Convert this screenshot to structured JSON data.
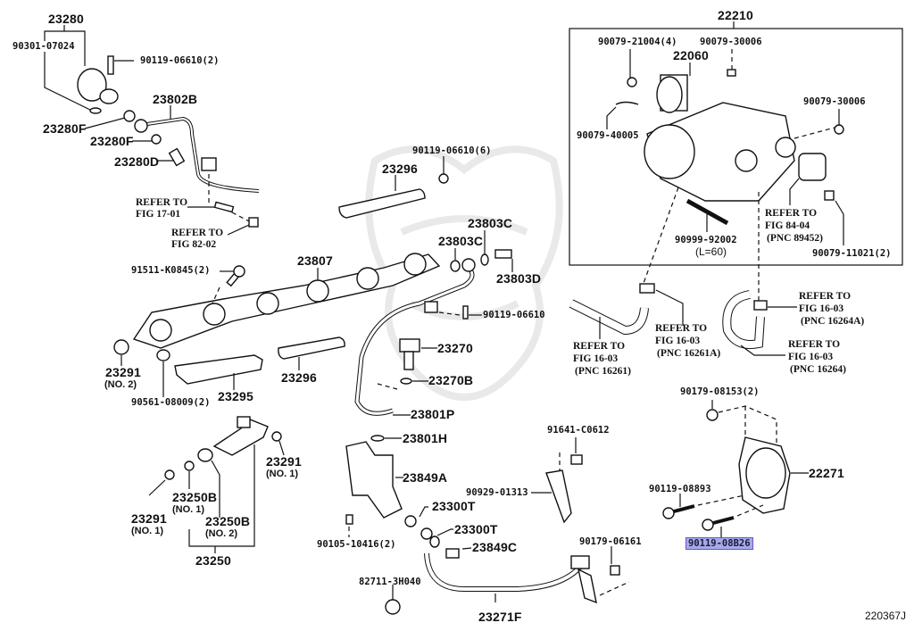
{
  "diagram": {
    "illustration_code": "220367J",
    "highlighted_part": "90119-08B26",
    "highlight_color": "#a9a9e8",
    "box_group_label": "22210",
    "labels": {
      "p23280": "23280",
      "p90301_07024": "90301-07024",
      "p90119_06610_2": "90119-06610(2)",
      "p23802B": "23802B",
      "p23280F_a": "23280F",
      "p23280F_b": "23280F",
      "p23280D": "23280D",
      "ref_17_01_a": "REFER TO",
      "ref_17_01_b": "FIG 17-01",
      "ref_82_02_a": "REFER TO",
      "ref_82_02_b": "FIG 82-02",
      "p90119_06610_6": "90119-06610(6)",
      "p23296_top": "23296",
      "p23803C_a": "23803C",
      "p23803C_b": "23803C",
      "p23803D": "23803D",
      "p91511_K0845": "91511-K0845(2)",
      "p23807": "23807",
      "p90119_06610": "90119-06610",
      "p23291_no2": "23291",
      "p23291_no2_sub": "(NO. 2)",
      "p90561_08009": "90561-08009(2)",
      "p23295": "23295",
      "p23296_bot": "23296",
      "p23270": "23270",
      "p23270B": "23270B",
      "p23801P": "23801P",
      "p23801H": "23801H",
      "p23849A": "23849A",
      "p23291_no1_r": "23291",
      "p23291_no1_r_sub": "(NO. 1)",
      "p23291_no1_l": "23291",
      "p23291_no1_l_sub": "(NO. 1)",
      "p23250B_no1": "23250B",
      "p23250B_no1_sub": "(NO. 1)",
      "p23250B_no2": "23250B",
      "p23250B_no2_sub": "(NO. 2)",
      "p23250": "23250",
      "p23300T_a": "23300T",
      "p23300T_b": "23300T",
      "p23849C": "23849C",
      "p90105_10416": "90105-10416(2)",
      "p82711_3H040": "82711-3H040",
      "p23271F": "23271F",
      "p91641_C0612": "91641-C0612",
      "p90929_01313": "90929-01313",
      "p90179_06161": "90179-06161",
      "p22210": "22210",
      "p90079_21004": "90079-21004(4)",
      "p90079_30006_a": "90079-30006",
      "p22060": "22060",
      "p90079_30006_b": "90079-30006",
      "p90079_40005": "90079-40005",
      "ref_84_04_a": "REFER TO",
      "ref_84_04_b": "FIG 84-04",
      "ref_84_04_c": "(PNC 89452)",
      "p90999_92002": "90999-92002",
      "p90999_92002_sub": "(L=60)",
      "p90079_11021": "90079-11021(2)",
      "ref_16261_a": "REFER TO",
      "ref_16261_b": "FIG 16-03",
      "ref_16261_c": "(PNC 16261)",
      "ref_16261A_a": "REFER TO",
      "ref_16261A_b": "FIG 16-03",
      "ref_16261A_c": "(PNC 16261A)",
      "ref_16264A_a": "REFER TO",
      "ref_16264A_b": "FIG 16-03",
      "ref_16264A_c": "(PNC 16264A)",
      "ref_16264_a": "REFER TO",
      "ref_16264_b": "FIG 16-03",
      "ref_16264_c": "(PNC 16264)",
      "p90179_08153": "90179-08153(2)",
      "p22271": "22271",
      "p90119_08893": "90119-08893",
      "p90119_08B26": "90119-08B26"
    }
  }
}
